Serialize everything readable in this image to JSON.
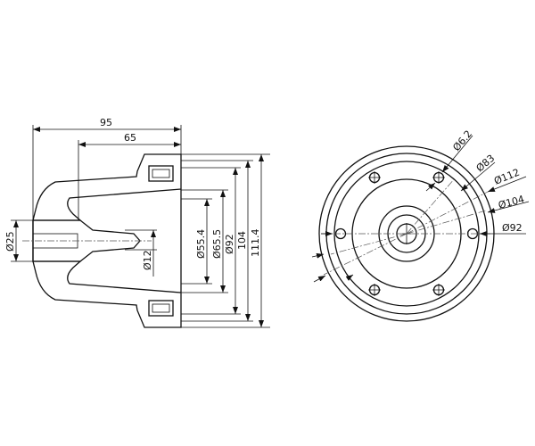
{
  "side_view": {
    "dims": {
      "length_95": "95",
      "length_65": "65",
      "dia_25": "Ø25",
      "dia_12": "Ø12",
      "dia_55_4": "Ø55.4",
      "dia_65_5": "Ø65.5",
      "dia_92": "Ø92",
      "h_104": "104",
      "h_111_4": "111.4"
    }
  },
  "front_view": {
    "dims": {
      "dia_6_2": "Ø6.2",
      "dia_83": "Ø83",
      "dia_112": "Ø112",
      "dia_104": "Ø104",
      "dia_92": "Ø92"
    }
  }
}
